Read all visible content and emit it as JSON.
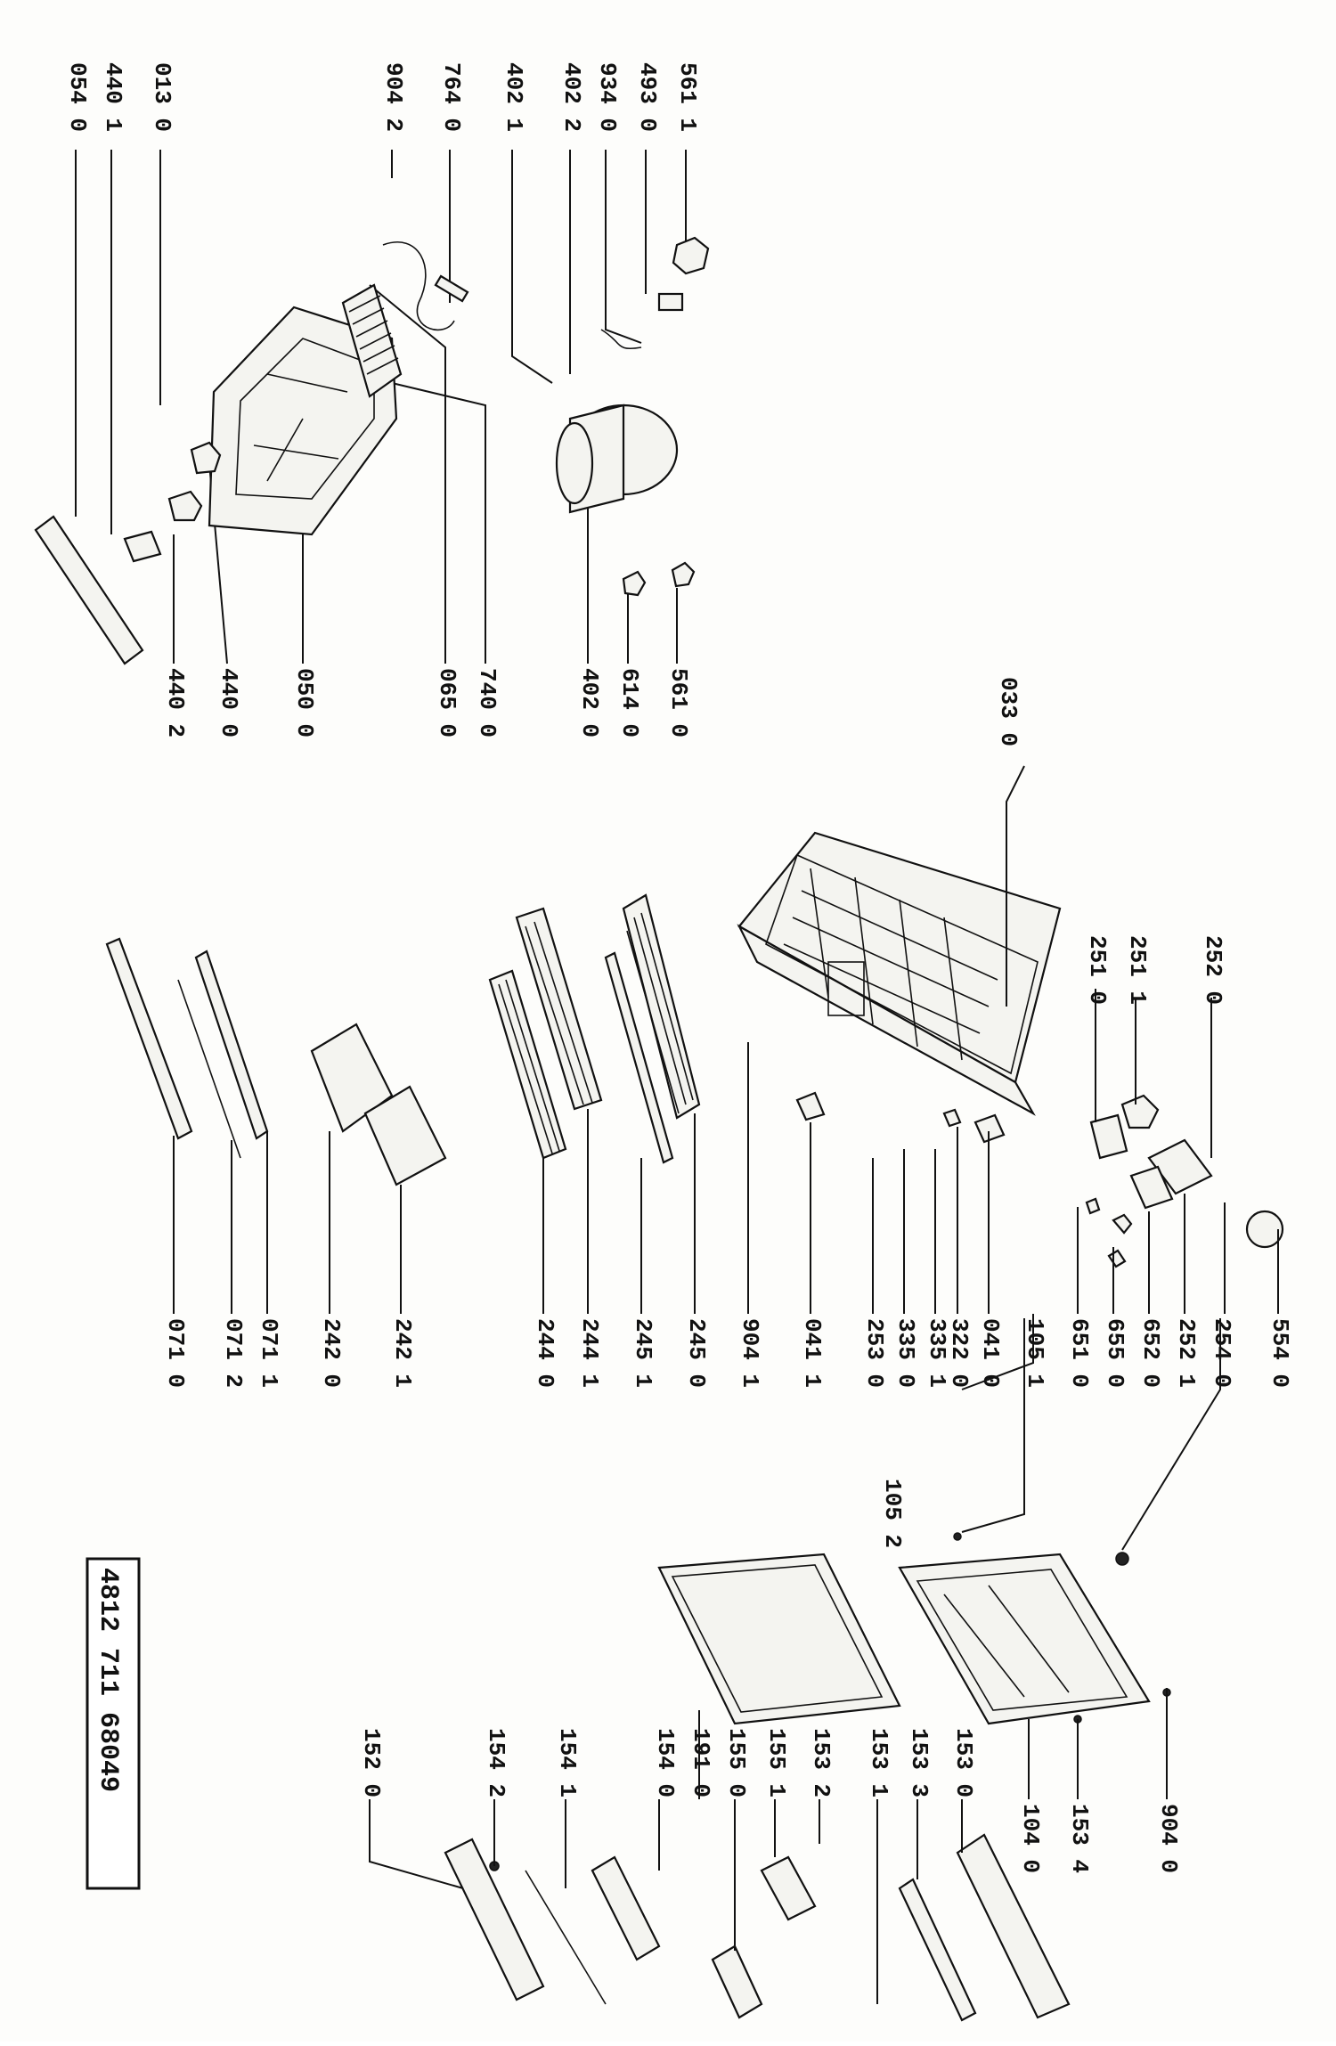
{
  "document": {
    "code_box": {
      "text": "4812  711  68049"
    }
  },
  "labels": {
    "l_5611": "561 1",
    "l_4930": "493 0",
    "l_9340": "934 0",
    "l_4022": "402 2",
    "l_4021": "402 1",
    "l_7640": "764 0",
    "l_9042": "904 2",
    "l_0130": "013 0",
    "l_4401": "440 1",
    "l_0540": "054 0",
    "l_5610": "561 0",
    "l_6140": "614 0",
    "l_4020": "402 0",
    "l_0650": "065 0",
    "l_7400": "740 0",
    "l_0500": "050 0",
    "l_4400": "440 0",
    "l_4402": "440 2",
    "l_0330": "033 0",
    "l_2520": "252 0",
    "l_2511": "251 1",
    "l_2510": "251 0",
    "l_5540": "554 0",
    "l_2540": "254 0",
    "l_2521": "252 1",
    "l_6520": "652 0",
    "l_6550": "655 0",
    "l_6510": "651 0",
    "l_1051": "105 1",
    "l_0410": "041 0",
    "l_3220": "322 0",
    "l_3351": "335 1",
    "l_3350": "335 0",
    "l_2530": "253 0",
    "l_0411": "041 1",
    "l_9041": "904 1",
    "l_2450": "245 0",
    "l_2451": "245 1",
    "l_2441": "244 1",
    "l_2440": "244 0",
    "l_2421": "242 1",
    "l_2420": "242 0",
    "l_0711": "071 1",
    "l_0712": "071 2",
    "l_0710": "071 0",
    "l_1052": "105 2",
    "l_9040": "904 0",
    "l_1534": "153 4",
    "l_1040": "104 0",
    "l_1530": "153 0",
    "l_1533": "153 3",
    "l_1531": "153 1",
    "l_1532": "153 2",
    "l_1551": "155 1",
    "l_1550": "155 0",
    "l_1910": "191 0",
    "l_1540": "154 0",
    "l_1541": "154 1",
    "l_1542": "154 2",
    "l_1520": "152 0"
  }
}
